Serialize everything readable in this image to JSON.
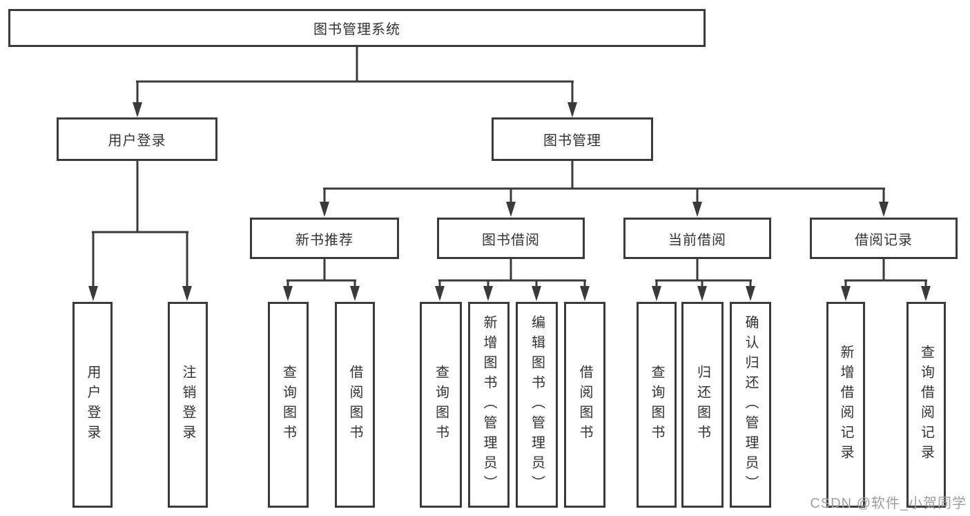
{
  "diagram": {
    "title": "图书管理系统",
    "level2": [
      "用户登录",
      "图书管理"
    ],
    "level3": [
      "新书推荐",
      "图书借阅",
      "当前借阅",
      "借阅记录"
    ],
    "leaves": {
      "user_login": [
        "用户登录",
        "注销登录"
      ],
      "new_book_rec": [
        "查询图书",
        "借阅图书"
      ],
      "book_borrow": [
        "查询图书",
        "新增图书（管理员）",
        "编辑图书（管理员）",
        "借阅图书"
      ],
      "current_borrow": [
        "查询图书",
        "归还图书",
        "确认归还（管理员）"
      ],
      "borrow_records": [
        "新增借阅记录",
        "查询借阅记录"
      ]
    },
    "watermark": "CSDN @软件_小贺同学",
    "colors": {
      "line": "#3a3a3a",
      "text": "#333333",
      "watermark": "#9e9e9e",
      "background": "#ffffff"
    }
  }
}
